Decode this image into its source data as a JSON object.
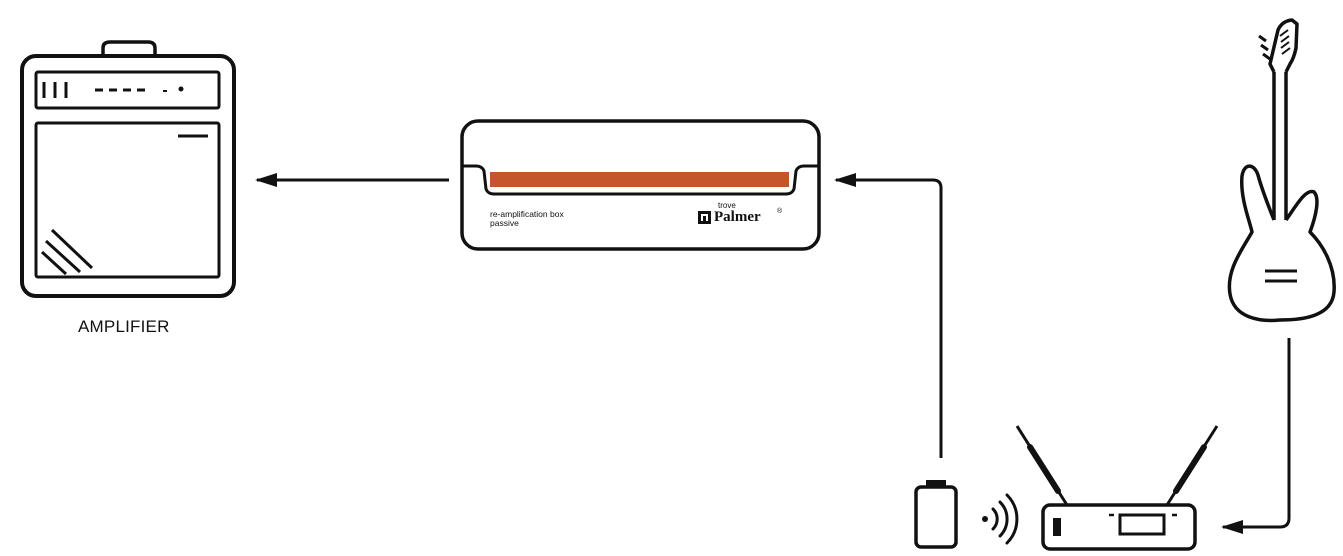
{
  "amplifier": {
    "label": "AMPLIFIER"
  },
  "reamp_box": {
    "description_line1": "re-amplification box",
    "description_line2": "passive",
    "series": "trove",
    "brand": "Palmer",
    "registered_mark": "®",
    "accent_color": "#c4562b"
  },
  "colors": {
    "stroke": "#111111",
    "background": "#ffffff"
  },
  "icons": [
    "amplifier-icon",
    "reamp-box-icon",
    "electric-guitar-icon",
    "wireless-receiver-icon",
    "bodypack-transmitter-icon",
    "wireless-signal-icon",
    "palmer-logo-icon"
  ]
}
